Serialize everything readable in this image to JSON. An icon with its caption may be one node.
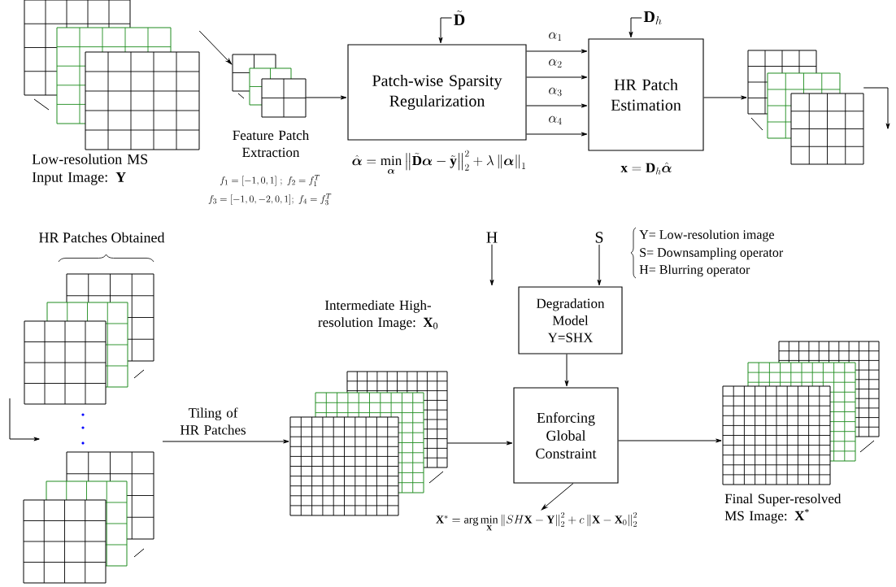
{
  "diagram": {
    "nodes": [
      {
        "text": [],
        "shape": "grid",
        "beside": [
          "Low-resolution MS Input Image: **Y**"
        ]
      },
      {
        "text": [],
        "shape": "grid",
        "beside": [
          "Feature Patch Extraction",
          "f_1 = [-1,0,1]\\;;\\; f_2 = f_1^T",
          "f_3 = [-1,0,-2,0,1];\\; f_4 = f_3^T"
        ]
      },
      {
        "text": [
          "\\tilde{\\mathbf{D}}"
        ]
      },
      {
        "text": [
          "Patch-wise Sparsity Regularization"
        ],
        "beside": [
          "\\hat{\\boldsymbol{\\alpha}} = \\min\\limits_{\\boldsymbol{\\alpha}} \\left\\|\\tilde{\\mathbf{D}}\\boldsymbol{\\alpha}-\\tilde{\\mathbf{y}}\\right\\|_2^2 + \\lambda\\left\\|\\boldsymbol{\\alpha}\\right\\|_1"
        ]
      },
      {
        "text": [
          "\\mathbf{D}_h"
        ]
      },
      {
        "text": [
          "HR Patch Estimation"
        ],
        "beside": [
          "\\mathbf{x} = \\mathbf{D}_h\\hat{\\boldsymbol{\\alpha}}"
        ]
      },
      {
        "text": [],
        "shape": "grid"
      },
      {
        "text": [],
        "shape": "grid"
      },
      {
        "text": [],
        "shape": "grid"
      },
      {
        "text": [
          "H"
        ]
      },
      {
        "text": [
          "S"
        ]
      },
      {
        "text": [
          "Degradation Model",
          "Y=SHX"
        ]
      },
      {
        "text": [],
        "shape": "grid",
        "beside": [
          "Intermediate High-resolution Image: **X**$_{0}$"
        ]
      },
      {
        "text": [
          "Enforcing Global Constraint"
        ]
      },
      {
        "text": [],
        "shape": "grid",
        "beside": [
          "Final Super-resolved MS Image: **X**$^{*}$"
        ]
      },
      {
        "text": [
          "\\mathbf{X}^{*} = \\arg\\min\\limits_{\\mathbf{X}} \\left\\| SH\\mathbf{X}-\\mathbf{Y}\\right\\|_2^2 + c\\left\\|\\mathbf{X}-\\mathbf{X}_0\\right\\|_2^2"
        ]
      }
    ],
    "edges": [
      {
        "from": 0,
        "to": 1,
        "arrow": "to"
      },
      {
        "from": 1,
        "to": 3,
        "arrow": "to"
      },
      {
        "from": 3,
        "to": 5,
        "arrow": "to",
        "label": "\\alpha_1"
      },
      {
        "from": 3,
        "to": 5,
        "arrow": "to",
        "label": "\\alpha_2"
      },
      {
        "from": 3,
        "to": 5,
        "arrow": "to",
        "label": "\\alpha_3"
      },
      {
        "from": 3,
        "to": 5,
        "arrow": "to",
        "label": "\\alpha_4"
      },
      {
        "from": 2,
        "to": 3,
        "arrow": "to"
      },
      {
        "from": 4,
        "to": 5,
        "arrow": "to"
      },
      {
        "from": 5,
        "to": 6,
        "arrow": "to"
      },
      {
        "from": 6,
        "to": null,
        "arrow": "to"
      },
      {
        "from": null,
        "to": 12,
        "arrow": "to",
        "label": "Tiling of HR Patches"
      },
      {
        "from": 9,
        "to": 11,
        "arrow": "to"
      },
      {
        "from": 10,
        "to": 11,
        "arrow": "to"
      },
      {
        "from": 11,
        "to": 13,
        "arrow": "to"
      },
      {
        "from": 12,
        "to": 13,
        "arrow": "to"
      },
      {
        "from": 13,
        "to": 14,
        "arrow": "to"
      },
      {
        "from": 13,
        "to": 15,
        "arrow": "to"
      }
    ],
    "labels": [
      "HR Patches Obtained",
      "Y= Low-resolution image",
      "S= Downsampling operator",
      "H= Blurring operator"
    ]
  }
}
